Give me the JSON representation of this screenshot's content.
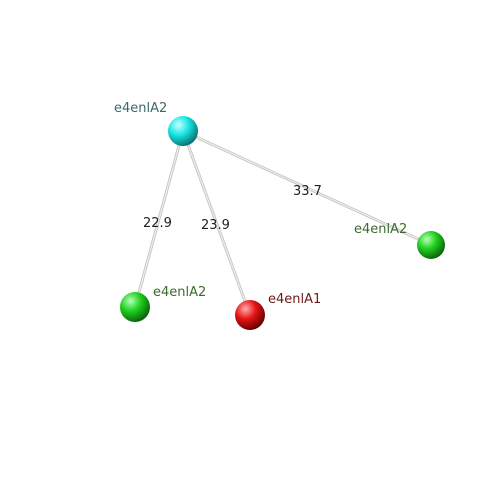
{
  "nodes": [
    {
      "id": "hub",
      "label": "e4enlA2",
      "color": "#19e6e6",
      "label_color": "#3a6a6a"
    },
    {
      "id": "left",
      "label": "e4enlA2",
      "color": "#1fd11f",
      "label_color": "#3d6b2f"
    },
    {
      "id": "mid",
      "label": "e4enlA1",
      "color": "#e61414",
      "label_color": "#6b1a1a"
    },
    {
      "id": "right",
      "label": "e4enlA2",
      "color": "#1fd11f",
      "label_color": "#3d6b2f"
    }
  ],
  "edges": [
    {
      "from": "hub",
      "to": "left",
      "label": "22.9"
    },
    {
      "from": "hub",
      "to": "mid",
      "label": "23.9"
    },
    {
      "from": "hub",
      "to": "right",
      "label": "33.7"
    }
  ]
}
